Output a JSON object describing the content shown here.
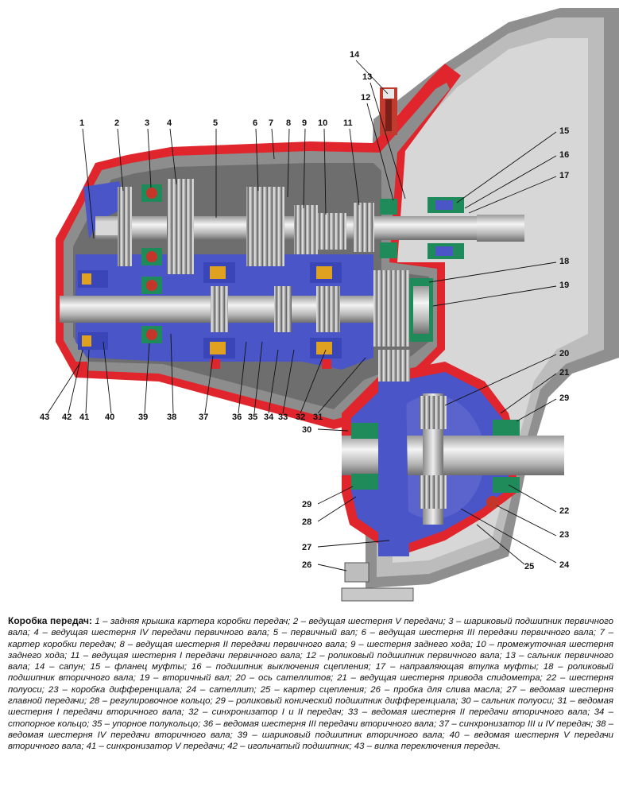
{
  "caption": {
    "title": "Коробка передач:",
    "body": "1 – задняя крышка картера коробки передач; 2 – ведущая шестерня V передачи; 3 – шариковый подшипник первичного вала; 4 – ведущая шестерня IV передачи первичного вала; 5 – первичный вал; 6 – ведущая шестерня III передачи первичного вала; 7 – картер коробки передач; 8 – ведущая шестерня II передачи первичного вала; 9 – шестерня заднего хода; 10 – промежуточная шестерня заднего хода; 11 – ведущая шестерня I передачи первичного вала; 12 – роликовый подшипник первичного вала; 13 – сальник первичного вала; 14 – сапун; 15 – фланец муфты; 16 – подшипник выключения сцепления; 17 – направляющая втулка муфты; 18 – роликовый подшипник вторичного вала; 19 – вторичный вал; 20 – ось сателлитов; 21 – ведущая шестерня привода спидометра; 22 – шестерня полуоси; 23 – коробка дифференциала; 24 – сателлит; 25 – картер сцепления; 26 – пробка для слива масла; 27 – ведомая шестерня главной передачи; 28 – регулировочное кольцо; 29 – роликовый конический подшипник дифференциала; 30 – сальник полуоси; 31 – ведомая шестерня I передачи вторичного вала; 32 – синхронизатор I и II передач; 33 – ведомая шестерня II передачи вторичного вала; 34 – стопорное кольцо; 35 – упорное полукольцо; 36 – ведомая шестерня III передачи вторичного вала; 37 – синхронизатор III и IV передач; 38 – ведомая шестерня IV передачи вторичного вала; 39 – шариковый подшипник вторичного вала; 40 – ведомая шестерня V передачи вторичного вала; 41 – синхронизатор V передачи; 42 – игольчатый подшипник; 43 – вилка переключения передач."
  },
  "labels": {
    "l1": "1",
    "l2": "2",
    "l3": "3",
    "l4": "4",
    "l5": "5",
    "l6": "6",
    "l7": "7",
    "l8": "8",
    "l9": "9",
    "l10": "10",
    "l11": "11",
    "l12": "12",
    "l13": "13",
    "l14": "14",
    "l15": "15",
    "l16": "16",
    "l17": "17",
    "l18": "18",
    "l19": "19",
    "l20": "20",
    "l21": "21",
    "l22": "22",
    "l23": "23",
    "l24": "24",
    "l25": "25",
    "l26": "26",
    "l27": "27",
    "l28": "28",
    "l29a": "29",
    "l29b": "29",
    "l30": "30",
    "l31": "31",
    "l32": "32",
    "l33": "33",
    "l34": "34",
    "l35": "35",
    "l36": "36",
    "l37": "37",
    "l38": "38",
    "l39": "39",
    "l40": "40",
    "l41": "41",
    "l42": "42",
    "l43": "43"
  },
  "colors": {
    "housing_red": "#e0262c",
    "housing_gray": "#8f8f8f",
    "oil_blue": "#4a55c8",
    "steel": "#c8c8c8",
    "seal_green": "#1f8a5a"
  }
}
